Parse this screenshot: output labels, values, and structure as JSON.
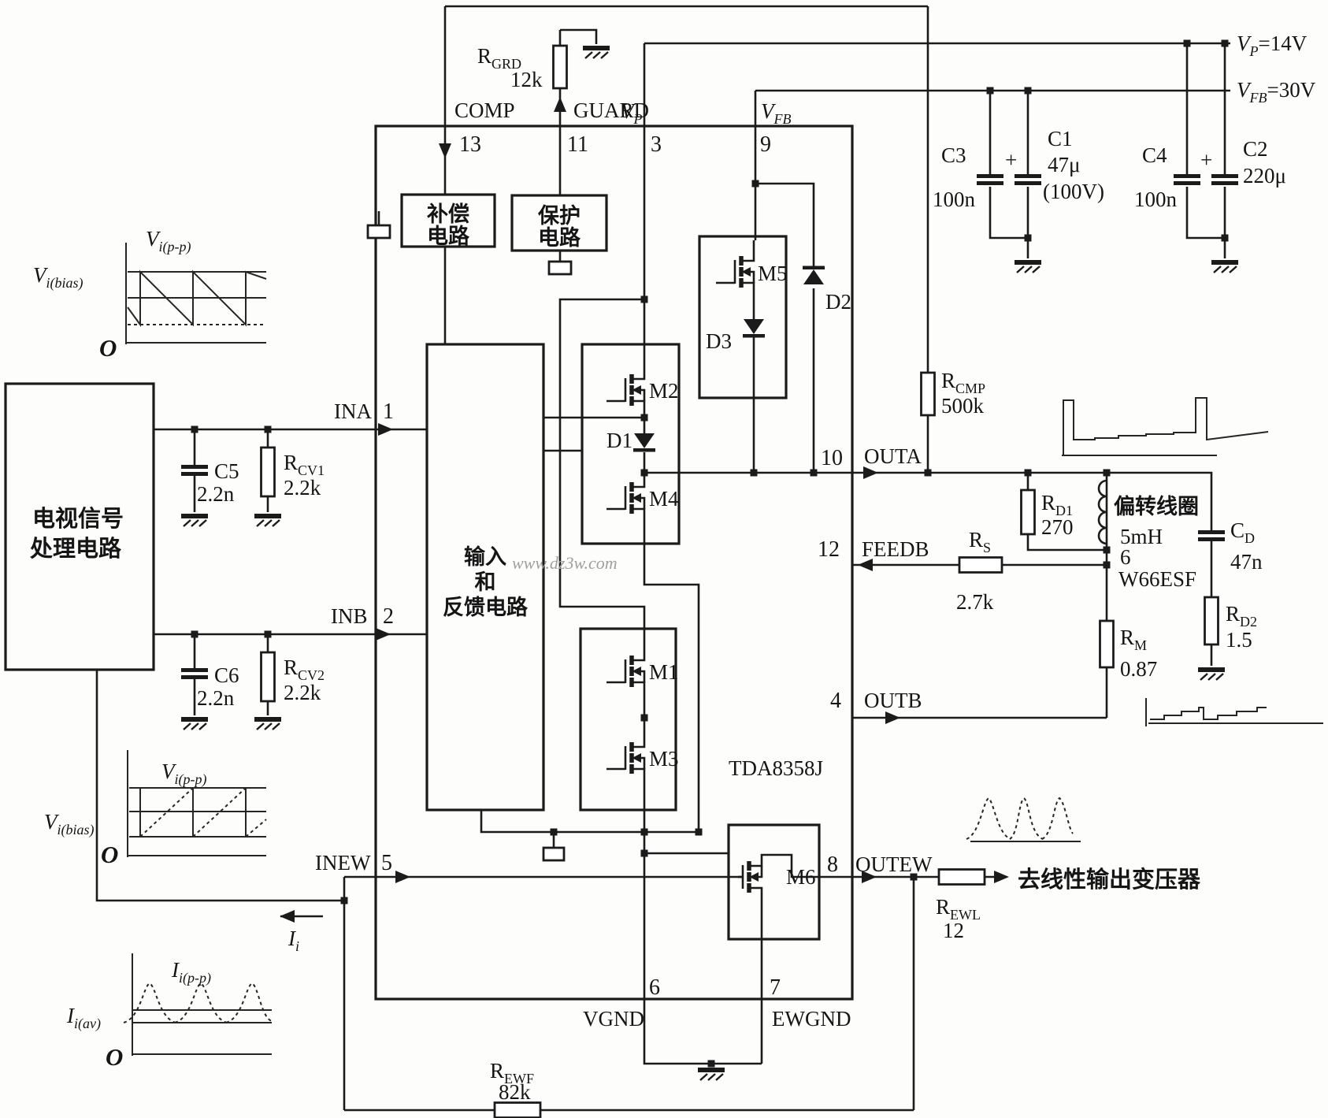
{
  "watermark": "www.dz3w.com",
  "ic": {
    "part": "TDA8358J"
  },
  "blocks": {
    "tv": {
      "line1": "电视信号",
      "line2": "处理电路"
    },
    "comp": {
      "line1": "补偿",
      "line2": "电路"
    },
    "protect": {
      "line1": "保护",
      "line2": "电路"
    },
    "input": {
      "line1": "输入",
      "line2": "和",
      "line3": "反馈电路"
    }
  },
  "pins": {
    "p1": {
      "num": "1",
      "name": "INA"
    },
    "p2": {
      "num": "2",
      "name": "INB"
    },
    "p3": {
      "num": "3",
      "name": "V",
      "sub": "P"
    },
    "p4": {
      "num": "4",
      "name": "OUTB"
    },
    "p5": {
      "num": "5",
      "name": "INEW"
    },
    "p6": {
      "num": "6",
      "name": "VGND"
    },
    "p7": {
      "num": "7",
      "name": "EWGND"
    },
    "p8": {
      "num": "8",
      "name": "OUTEW"
    },
    "p9": {
      "num": "9",
      "name": "V",
      "sub": "FB"
    },
    "p10": {
      "num": "10",
      "name": "OUTA"
    },
    "p11": {
      "num": "11",
      "name": "GUARD"
    },
    "p12": {
      "num": "12",
      "name": "FEEDB"
    },
    "p13": {
      "num": "13",
      "name": "COMP"
    }
  },
  "supplies": {
    "vp": {
      "main": "V",
      "sub": "P",
      "value": "=14V"
    },
    "vfb": {
      "main": "V",
      "sub": "FB",
      "value": "=30V"
    }
  },
  "resistors": {
    "rgrd": {
      "main": "R",
      "sub": "GRD",
      "value": "12k"
    },
    "rcv1": {
      "main": "R",
      "sub": "CV1",
      "value": "2.2k"
    },
    "rcv2": {
      "main": "R",
      "sub": "CV2",
      "value": "2.2k"
    },
    "rcmp": {
      "main": "R",
      "sub": "CMP",
      "value": "500k"
    },
    "rd1": {
      "main": "R",
      "sub": "D1",
      "value": "270"
    },
    "rs": {
      "main": "R",
      "sub": "S",
      "value": "2.7k"
    },
    "rm": {
      "main": "R",
      "sub": "M",
      "value": "0.87"
    },
    "rd2": {
      "main": "R",
      "sub": "D2",
      "value": "1.5"
    },
    "rewl": {
      "main": "R",
      "sub": "EWL",
      "value": "12"
    },
    "rewf": {
      "main": "R",
      "sub": "EWF",
      "value": "82k"
    }
  },
  "capacitors": {
    "c1": {
      "name": "C1",
      "value": "47μ",
      "note": "(100V)",
      "plus": "+"
    },
    "c2": {
      "name": "C2",
      "value": "220μ",
      "plus": "+"
    },
    "c3": {
      "name": "C3",
      "value": "100n"
    },
    "c4": {
      "name": "C4",
      "value": "100n"
    },
    "c5": {
      "name": "C5",
      "value": "2.2n"
    },
    "c6": {
      "name": "C6",
      "value": "2.2n"
    },
    "cd": {
      "main": "C",
      "sub": "D",
      "value": "47n"
    }
  },
  "coil": {
    "label": "偏转线圈",
    "value": "5mH",
    "pin": "6",
    "part": "W66ESF"
  },
  "semis": {
    "m1": "M1",
    "m2": "M2",
    "m3": "M3",
    "m4": "M4",
    "m5": "M5",
    "m6": "M6",
    "d1": "D1",
    "d2": "D2",
    "d3": "D3"
  },
  "annotations": {
    "out_ew": "去线性输出变压器",
    "ii": {
      "main": "I",
      "sub": "i"
    }
  },
  "waveforms": {
    "w1": {
      "peak": {
        "main": "V",
        "sub": "i",
        "paren": "(p-p)"
      },
      "bias": {
        "main": "V",
        "sub": "i",
        "paren": "(bias)"
      },
      "origin": "O"
    },
    "w2": {
      "peak": {
        "main": "V",
        "sub": "i",
        "paren": "(p-p)"
      },
      "bias": {
        "main": "V",
        "sub": "i",
        "paren": "(bias)"
      },
      "origin": "O"
    },
    "w3": {
      "peak": {
        "main": "I",
        "sub": "i",
        "paren": "(p-p)"
      },
      "bias": {
        "main": "I",
        "sub": "i",
        "paren": "(av)"
      },
      "origin": "O"
    }
  }
}
